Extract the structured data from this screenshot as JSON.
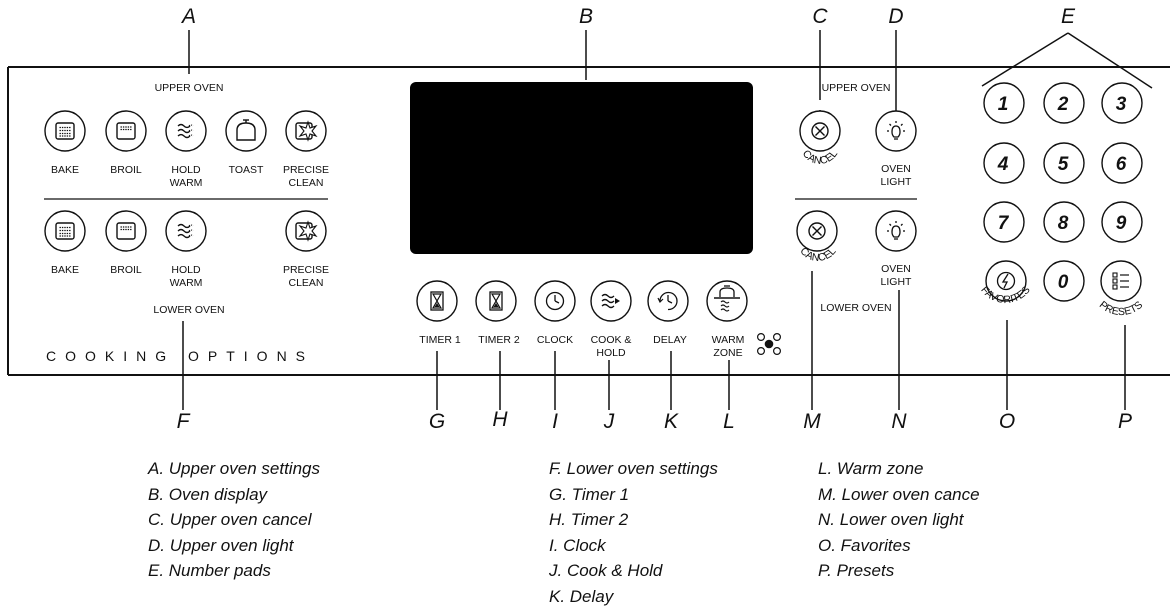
{
  "callouts": {
    "a": "A",
    "b": "B",
    "c": "C",
    "d": "D",
    "e": "E",
    "f": "F",
    "g": "G",
    "h": "H",
    "i": "I",
    "j": "J",
    "k": "K",
    "l": "L",
    "m": "M",
    "n": "N",
    "o": "O",
    "p": "P"
  },
  "panel": {
    "upper_oven_label": "UPPER OVEN",
    "lower_oven_label": "LOWER OVEN",
    "cooking_options": "COOKING OPTIONS",
    "right_upper_oven_label": "UPPER OVEN",
    "right_lower_oven_label": "LOWER OVEN",
    "upper_buttons": {
      "bake": "BAKE",
      "broil": "BROIL",
      "hold_1": "HOLD",
      "hold_2": "WARM",
      "toast": "TOAST",
      "precise_1": "PRECISE",
      "precise_2": "CLEAN"
    },
    "lower_buttons": {
      "bake": "BAKE",
      "broil": "BROIL",
      "hold_1": "HOLD",
      "hold_2": "WARM",
      "precise_1": "PRECISE",
      "precise_2": "CLEAN"
    },
    "bottom_buttons": {
      "timer1": "TIMER 1",
      "timer2": "TIMER 2",
      "clock": "CLOCK",
      "cook_1": "COOK &",
      "cook_2": "HOLD",
      "delay": "DELAY",
      "warm_1": "WARM",
      "warm_2": "ZONE"
    },
    "cancel_upper": "CANCEL",
    "cancel_lower": "CANCEL",
    "light_upper_1": "OVEN",
    "light_upper_2": "LIGHT",
    "light_lower_1": "OVEN",
    "light_lower_2": "LIGHT",
    "numbers": [
      "1",
      "2",
      "3",
      "4",
      "5",
      "6",
      "7",
      "8",
      "9",
      "0"
    ],
    "favorites": "FAVORITES",
    "presets": "PRESETS"
  },
  "legend": {
    "col1": [
      "A. Upper oven settings",
      "B. Oven display",
      "C. Upper oven cancel",
      "D. Upper oven light",
      "E. Number pads"
    ],
    "col2": [
      "F. Lower oven settings",
      "G. Timer 1",
      "H. Timer 2",
      "I. Clock",
      "J. Cook & Hold",
      "K. Delay"
    ],
    "col3": [
      "L. Warm zone",
      "M. Lower oven cance",
      "N. Lower oven light",
      "O. Favorites",
      "P. Presets"
    ]
  }
}
